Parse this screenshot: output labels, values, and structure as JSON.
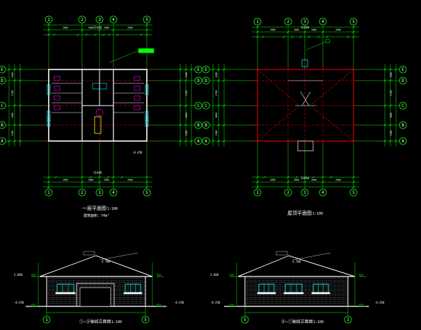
{
  "colors": {
    "background": "#000000",
    "dimension": "#00ff00",
    "wall": "#ffffff",
    "axis": "#ff0000",
    "window": "#00ffff",
    "fixture": "#ff00ff",
    "stair": "#ffff00",
    "text": "#ffffff",
    "brick": "#bbbbbb"
  },
  "plan_left": {
    "col_axes": [
      "1",
      "2",
      "3",
      "4",
      "5"
    ],
    "row_axes": [
      "E",
      "D",
      "C",
      "B",
      "A"
    ],
    "top_total": "11440",
    "bottom_total": "11440",
    "spot_elev": "-0.450",
    "title": "一层平面图",
    "scale": "1:100",
    "area_note": "建筑面积：74m²"
  },
  "plan_right": {
    "col_axes": [
      "1",
      "2",
      "3",
      "4",
      "5"
    ],
    "row_axes": [
      "E",
      "D",
      "C",
      "B",
      "A"
    ],
    "top_total": "11440",
    "bottom_total": "11440",
    "title": "屋顶平面图",
    "scale": "1:100"
  },
  "elev_left": {
    "axis_left": "1",
    "axis_right": "5",
    "title": "①~⑤轴线立面图",
    "scale": "1:100",
    "ridge_elev": "4.700",
    "eave_elev": "3.600",
    "ground_elev": "-0.450"
  },
  "elev_right": {
    "axis_left": "5",
    "axis_right": "1",
    "title": "⑤~①轴线立面图",
    "scale": "1:100",
    "ridge_elev": "4.700",
    "eave_elev": "3.600",
    "ground_elev": "-0.450"
  }
}
